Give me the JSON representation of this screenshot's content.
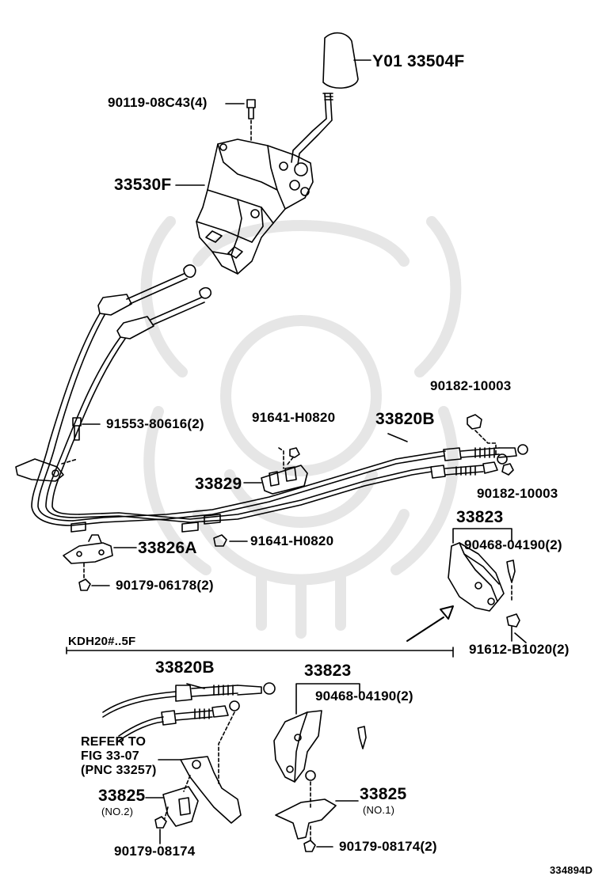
{
  "labels": {
    "knob": "Y01 33504F",
    "bolt_top": "90119-08C43(4)",
    "shifter": "33530F",
    "bolt_left": "91553-80616(2)",
    "clip_upper": "91641-H0820",
    "cable": "33820B",
    "nut_upper": "90182-10003",
    "clip_retainer": "33829",
    "nut_right": "90182-10003",
    "bracket_right": "33823",
    "clip_right": "90468-04190(2)",
    "clip_lower": "91641-H0820",
    "bracket_left": "33826A",
    "nut_left": "90179-06178(2)",
    "bolt_right": "91612-B1020(2)"
  },
  "inset": {
    "title": "KDH20#..5F",
    "cable": "33820B",
    "bracket": "33823",
    "clip": "90468-04190(2)",
    "refer_line1": "REFER TO",
    "refer_line2": "FIG 33-07",
    "refer_line3": "(PNC 33257)",
    "bracket_no2": "33825",
    "bracket_no2_sub": "(NO.2)",
    "bracket_no1": "33825",
    "bracket_no1_sub": "(NO.1)",
    "nut_no2": "90179-08174",
    "nut_no1": "90179-08174(2)"
  },
  "figure_id": "334894D",
  "colors": {
    "ink": "#000000",
    "watermark": "#e6e6e6",
    "paper": "#ffffff"
  }
}
